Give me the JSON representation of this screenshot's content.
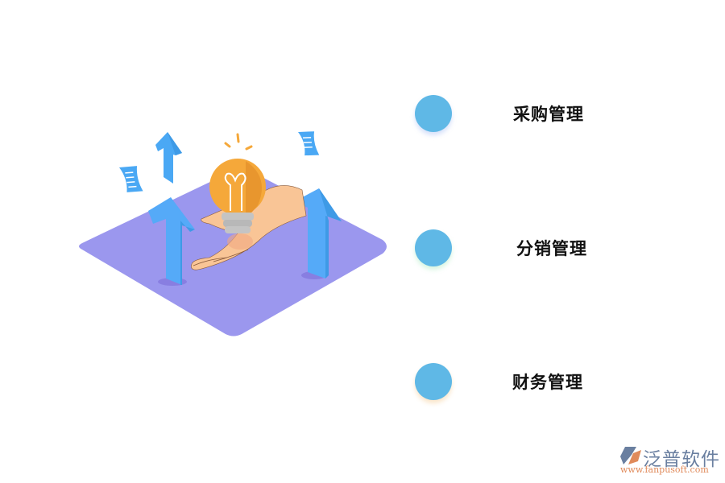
{
  "features": [
    {
      "label": "采购管理",
      "dot_color": "#5fb8e6"
    },
    {
      "label": "分销管理",
      "dot_color": "#5fb8e6"
    },
    {
      "label": "财务管理",
      "dot_color": "#5fb8e6"
    }
  ],
  "illustration": {
    "description": "isometric purple platform with hand holding light bulb and blue up arrows",
    "colors": {
      "platform": "#9b97ee",
      "arrow": "#4aa8f4",
      "bulb": "#f5a83a",
      "hand": "#f9c596",
      "bulb_base": "#c4c4c4"
    }
  },
  "logo": {
    "brand": "泛普软件",
    "url": "www.fanpusoft.com",
    "colors": {
      "text": "#6a7fa0",
      "url": "#e08a5a"
    }
  }
}
